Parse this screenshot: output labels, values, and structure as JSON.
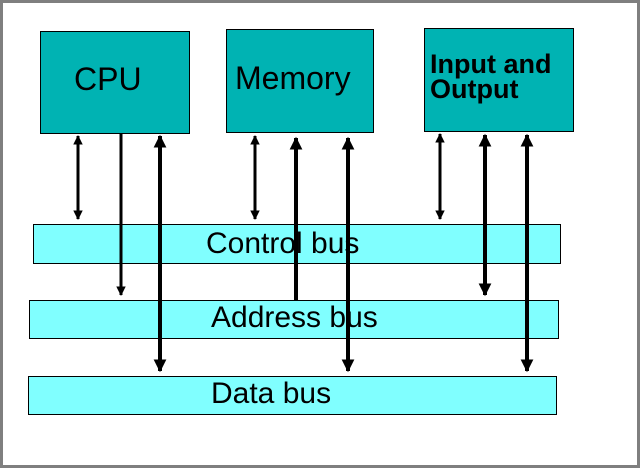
{
  "components": {
    "cpu": "CPU",
    "memory": "Memory",
    "io": [
      "Input and",
      "Output"
    ]
  },
  "buses": {
    "control": "Control bus",
    "address": "Address bus",
    "data": "Data bus"
  },
  "colors": {
    "component_fill": "#00b3b3",
    "bus_fill": "#80ffff",
    "line": "#000000",
    "frame": "#7f7f7f"
  }
}
